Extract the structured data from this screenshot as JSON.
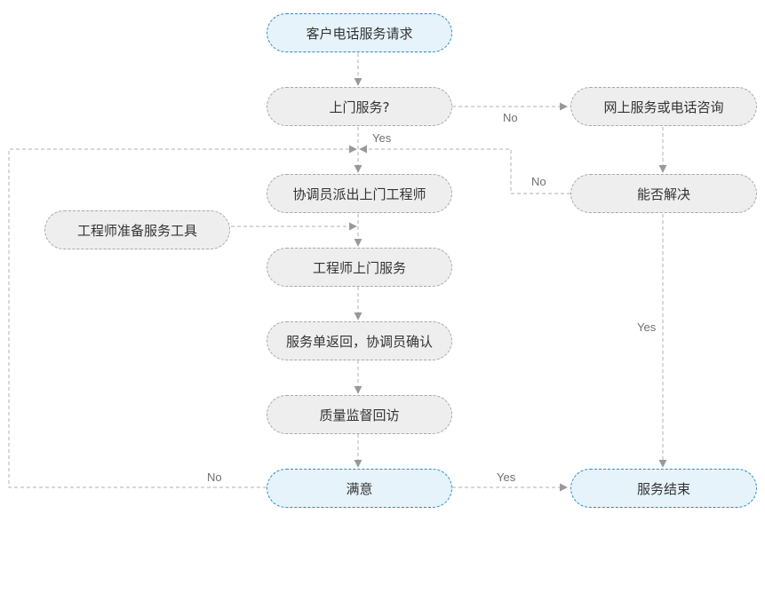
{
  "nodes": {
    "start": "客户电话服务请求",
    "onsite_question": "上门服务?",
    "online_service": "网上服务或电话咨询",
    "dispatch": "协调员派出上门工程师",
    "resolved_question": "能否解决",
    "prepare_tools": "工程师准备服务工具",
    "onsite_service": "工程师上门服务",
    "confirm": "服务单返回，协调员确认",
    "quality_review": "质量监督回访",
    "satisfied": "满意",
    "end": "服务结束"
  },
  "edge_labels": {
    "onsite_no": "No",
    "onsite_yes": "Yes",
    "resolve_no": "No",
    "resolve_yes": "Yes",
    "satisfied_no": "No",
    "satisfied_yes": "Yes"
  },
  "colors": {
    "node_fill": "#eeeeee",
    "node_border": "#a8a8a8",
    "terminal_fill": "#e6f3fb",
    "terminal_border": "#2e8bc9",
    "connector": "#a8a8a8"
  }
}
